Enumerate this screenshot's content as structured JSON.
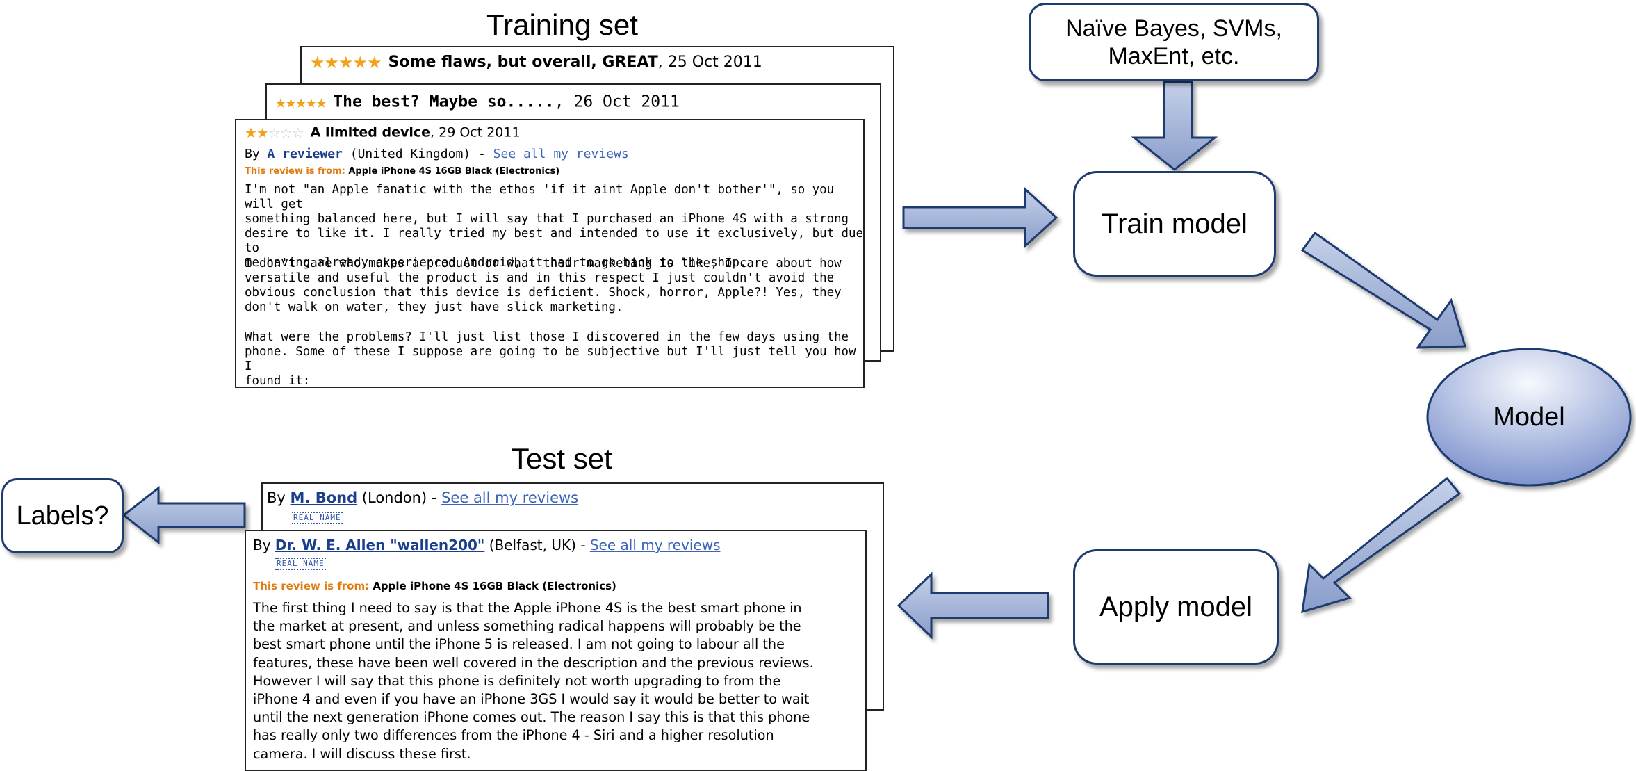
{
  "training": {
    "title": "Training set",
    "card1": {
      "stars": "★★★★★",
      "review_title": "Some flaws, but overall, GREAT",
      "date": ", 25 Oct 2011"
    },
    "card2": {
      "stars": "★★★★★",
      "review_title": "The best? Maybe so.....",
      "date": ", 26 Oct 2011"
    },
    "card3": {
      "stars_on": "★★",
      "stars_off": "☆☆☆",
      "review_title": "A limited device",
      "date": ", 29 Oct 2011",
      "by": "By ",
      "reviewer": "A reviewer",
      "location": " (United Kingdom) - ",
      "see_all": "See all my reviews",
      "from_label": "This review is from: ",
      "product": "Apple iPhone 4S 16GB Black (Electronics)",
      "p1": "I'm not \"an Apple fanatic with the ethos 'if it aint Apple don't bother'\", so you will get\nsomething balanced here, but I will say that I purchased an iPhone 4S with a strong\ndesire to like it. I really tried my best and intended to use it exclusively, but due to\nme having already experienced Android, it had to go back to the shop.",
      "p2": "I don't care who makes a product or what their marketing is like, I care about how\nversatile and useful the product is and in this respect I just couldn't avoid the\nobvious conclusion that this device is deficient. Shock, horror, Apple?! Yes, they\ndon't walk on water, they just have slick marketing.",
      "p3": "What were the problems? I'll just list those I discovered in the few days using the\nphone. Some of these I suppose are going to be subjective but I'll just tell you how I\nfound it:"
    }
  },
  "test": {
    "title": "Test set",
    "card1": {
      "by": "By ",
      "reviewer": "M. Bond",
      "location": " (London) - ",
      "see_all": "See all my reviews",
      "badge": "REAL NAME"
    },
    "card2": {
      "by": "By ",
      "reviewer": "Dr. W. E. Allen \"wallen200\"",
      "location": " (Belfast, UK) - ",
      "see_all": "See all my reviews",
      "badge": "REAL NAME",
      "from_label": "This review is from: ",
      "product": "Apple iPhone 4S 16GB Black (Electronics)",
      "body": "The first thing I need to say is that the Apple iPhone 4S is the best smart phone in\nthe market at present, and unless something radical happens will probably be the\nbest smart phone until the iPhone 5 is released. I am not going to labour all the\nfeatures, these have been well covered in the description and the previous reviews.\nHowever I will say that this phone is definitely not worth upgrading to from the\niPhone 4 and even if you have an iPhone 3GS I would say it would be better to wait\nuntil the next generation iPhone comes out. The reason I say this is that this phone\nhas really only two differences from the iPhone 4 - Siri and a higher resolution\ncamera. I will discuss these first."
    }
  },
  "nodes": {
    "algorithms": "Naïve Bayes, SVMs,\nMaxEnt, etc.",
    "train_model": "Train model",
    "model": "Model",
    "apply_model": "Apply model",
    "labels": "Labels?"
  },
  "colors": {
    "arrow_fill": "#9fb0d4",
    "arrow_stroke": "#1f3a6e",
    "model_gradient_top": "#f4f6fc",
    "model_gradient_bottom": "#6f86c7"
  }
}
